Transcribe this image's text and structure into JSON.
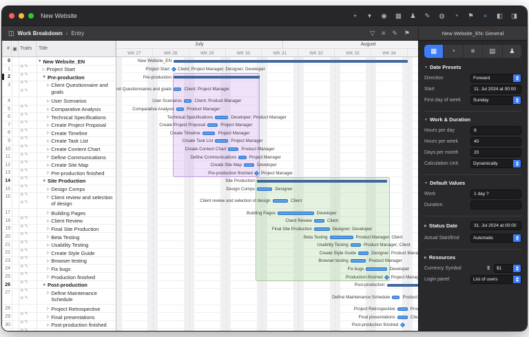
{
  "window": {
    "title": "New Website"
  },
  "titlebar": {
    "icons": [
      {
        "name": "plus",
        "glyph": "+"
      },
      {
        "name": "chevron-down",
        "glyph": "▾"
      },
      {
        "name": "eye",
        "glyph": "◉"
      },
      {
        "name": "grid",
        "glyph": "▦"
      },
      {
        "name": "person",
        "glyph": "♟"
      },
      {
        "name": "brush",
        "glyph": "✎"
      },
      {
        "name": "bell",
        "glyph": "◍"
      },
      {
        "name": "clock",
        "glyph": "◔"
      },
      {
        "name": "flag",
        "glyph": "⚑"
      },
      {
        "name": "cut",
        "glyph": "×",
        "accent": true
      },
      {
        "name": "panel-left",
        "glyph": "◧"
      },
      {
        "name": "panel-right",
        "glyph": "◨"
      }
    ]
  },
  "toolbar": {
    "view_icon": "◫",
    "breadcrumb": {
      "root": "Work Breakdown",
      "sep": "›",
      "current": "Entry"
    },
    "right_icons": [
      {
        "name": "filter",
        "glyph": "▽"
      },
      {
        "name": "list",
        "glyph": "≡"
      },
      {
        "name": "style-brush",
        "glyph": "✎"
      },
      {
        "name": "flag",
        "glyph": "⚑"
      }
    ],
    "inspector_title": "New Website_EN: General"
  },
  "table": {
    "headers": {
      "num": "#",
      "icon": "▣",
      "traits": "Traits",
      "title": "Title"
    },
    "trait_icons": [
      "⊘",
      "✎"
    ]
  },
  "gantt": {
    "day_width": 7.55,
    "months": [
      {
        "label": "July",
        "start": 0,
        "span": 32
      },
      {
        "label": "August",
        "start": 32,
        "span": 33
      }
    ],
    "weeks": [
      "WK 27",
      "WK 28",
      "WK 29",
      "WK 30",
      "WK 31",
      "WK 32",
      "WK 33",
      "WK 34"
    ],
    "regions": [
      {
        "from_row": 2,
        "to_row": 13,
        "start": 10.8,
        "end": 27.6,
        "fill": "rgba(204,160,236,0.30)",
        "stroke": "rgba(164,100,210,0.55)"
      },
      {
        "from_row": 14,
        "to_row": 25,
        "start": 26.8,
        "end": 52.6,
        "fill": "rgba(150,205,130,0.26)",
        "stroke": "rgba(110,170,90,0.50)"
      }
    ]
  },
  "tasks": [
    {
      "n": "0",
      "title": "New Website_EN",
      "level": 0,
      "type": "summary",
      "tall": false,
      "marker": false,
      "bar": {
        "start": 11,
        "dur": 45
      },
      "left": "New Website_EN",
      "right": ""
    },
    {
      "n": "1",
      "title": "Project Start",
      "level": 1,
      "type": "milestone",
      "tall": false,
      "marker": false,
      "bar": {
        "start": 11
      },
      "left": "Project Start",
      "right": "Client; Project Manager; Designer; Developer"
    },
    {
      "n": "2",
      "title": "Pre-production",
      "level": 1,
      "type": "summary",
      "tall": false,
      "marker": true,
      "bar": {
        "start": 11,
        "dur": 16.5
      },
      "left": "Pre-production",
      "right": ""
    },
    {
      "n": "3",
      "title": "Client Questionnaire and goals",
      "level": 2,
      "type": "task",
      "tall": true,
      "marker": false,
      "bar": {
        "start": 11,
        "dur": 1.5
      },
      "left": "Client Questionnaires and goals",
      "right": "Client; Project Manager"
    },
    {
      "n": "4",
      "title": "User Scenarios",
      "level": 2,
      "type": "task",
      "tall": false,
      "marker": false,
      "bar": {
        "start": 13,
        "dur": 1.5
      },
      "left": "User Scenarios",
      "right": "Client; Product Manager"
    },
    {
      "n": "5",
      "title": "Comparative Analysis",
      "level": 2,
      "type": "task",
      "tall": false,
      "marker": false,
      "bar": {
        "start": 11.5,
        "dur": 1.5
      },
      "left": "Comparative Analysis",
      "right": "Product Manager"
    },
    {
      "n": "6",
      "title": "Technical Specifications",
      "level": 2,
      "type": "task",
      "tall": false,
      "marker": false,
      "bar": {
        "start": 19,
        "dur": 2.5
      },
      "left": "Technical Specifications",
      "right": "Developer; Product Manager"
    },
    {
      "n": "7",
      "title": "Create Project Proposal",
      "level": 2,
      "type": "task",
      "tall": false,
      "marker": false,
      "bar": {
        "start": 17.5,
        "dur": 2
      },
      "left": "Create Project Proposal",
      "right": "Project Manager"
    },
    {
      "n": "8",
      "title": "Create Timeline",
      "level": 2,
      "type": "task",
      "tall": false,
      "marker": false,
      "bar": {
        "start": 16.5,
        "dur": 2.5
      },
      "left": "Create Timeline",
      "right": "Project Manager"
    },
    {
      "n": "9",
      "title": "Create Task List",
      "level": 2,
      "type": "task",
      "tall": false,
      "marker": false,
      "bar": {
        "start": 19,
        "dur": 2.5
      },
      "left": "Create Task List",
      "right": "Project Manager"
    },
    {
      "n": "10",
      "title": "Create Content Chart",
      "level": 2,
      "type": "task",
      "tall": false,
      "marker": false,
      "bar": {
        "start": 21.5,
        "dur": 2
      },
      "left": "Create Content Chart",
      "right": "Product Manager"
    },
    {
      "n": "11",
      "title": "Define Communications",
      "level": 2,
      "type": "task",
      "tall": false,
      "marker": false,
      "bar": {
        "start": 23.5,
        "dur": 1.5
      },
      "left": "Define Communications",
      "right": "Project Manager"
    },
    {
      "n": "12",
      "title": "Create Site Map",
      "level": 2,
      "type": "task",
      "tall": false,
      "marker": false,
      "bar": {
        "start": 24.5,
        "dur": 2
      },
      "left": "Create Site Map",
      "right": "Developer"
    },
    {
      "n": "13",
      "title": "Pre-production finished",
      "level": 2,
      "type": "milestone",
      "tall": false,
      "marker": false,
      "bar": {
        "start": 27
      },
      "left": "Pre-production finished",
      "right": "Project Manager"
    },
    {
      "n": "14",
      "title": "Site Production",
      "level": 1,
      "type": "summary",
      "tall": false,
      "marker": false,
      "bar": {
        "start": 27,
        "dur": 25
      },
      "left": "Site Production",
      "right": ""
    },
    {
      "n": "15",
      "title": "Design Comps",
      "level": 2,
      "type": "task",
      "tall": false,
      "marker": false,
      "bar": {
        "start": 27,
        "dur": 3
      },
      "left": "Design Comps",
      "right": "Designer"
    },
    {
      "n": "16",
      "title": "Client review and selection of design",
      "level": 2,
      "type": "task",
      "tall": true,
      "marker": false,
      "bar": {
        "start": 30,
        "dur": 3
      },
      "left": "Client review and selection of design",
      "right": "Client"
    },
    {
      "n": "17",
      "title": "Building Pages",
      "level": 2,
      "type": "task",
      "tall": false,
      "marker": false,
      "bar": {
        "start": 31,
        "dur": 7
      },
      "left": "Building Pages",
      "right": "Developer"
    },
    {
      "n": "18",
      "title": "Client Review",
      "level": 2,
      "type": "task",
      "tall": false,
      "marker": false,
      "bar": {
        "start": 38,
        "dur": 2
      },
      "left": "Client Review",
      "right": "Client"
    },
    {
      "n": "19",
      "title": "Final Site Production",
      "level": 2,
      "type": "task",
      "tall": false,
      "marker": false,
      "bar": {
        "start": 38,
        "dur": 3
      },
      "left": "Final Site Production",
      "right": "Designer; Developer"
    },
    {
      "n": "20",
      "title": "Beta Testing",
      "level": 2,
      "type": "task",
      "tall": false,
      "marker": false,
      "bar": {
        "start": 41,
        "dur": 4.5
      },
      "left": "Beta Testing",
      "right": "Product Manager; Client"
    },
    {
      "n": "21",
      "title": "Usability Testing",
      "level": 2,
      "type": "task",
      "tall": false,
      "marker": false,
      "bar": {
        "start": 45,
        "dur": 2
      },
      "left": "Usability Testing",
      "right": "Product Manager; Client"
    },
    {
      "n": "22",
      "title": "Create Style Guide",
      "level": 2,
      "type": "task",
      "tall": false,
      "marker": false,
      "bar": {
        "start": 46.5,
        "dur": 2
      },
      "left": "Create Style Guide",
      "right": "Designer; Product Manager"
    },
    {
      "n": "23",
      "title": "Browser testing",
      "level": 2,
      "type": "task",
      "tall": false,
      "marker": false,
      "bar": {
        "start": 45,
        "dur": 3
      },
      "left": "Browser testing",
      "right": "Product Manager"
    },
    {
      "n": "24",
      "title": "Fix bugs",
      "level": 2,
      "type": "task",
      "tall": false,
      "marker": false,
      "bar": {
        "start": 48,
        "dur": 4
      },
      "left": "Fix bugs",
      "right": "Developer"
    },
    {
      "n": "25",
      "title": "Production finished",
      "level": 2,
      "type": "milestone",
      "tall": false,
      "marker": false,
      "bar": {
        "start": 52
      },
      "left": "Production finished",
      "right": "Project Manager"
    },
    {
      "n": "26",
      "title": "Post-production",
      "level": 1,
      "type": "summary",
      "tall": false,
      "marker": false,
      "bar": {
        "start": 52,
        "dur": 8
      },
      "left": "Post-production",
      "right": ""
    },
    {
      "n": "27",
      "title": "Define Maintenance Schedule",
      "level": 2,
      "type": "task",
      "tall": true,
      "marker": false,
      "bar": {
        "start": 53,
        "dur": 1.5
      },
      "left": "Define Maintenance Schedule",
      "right": "Product Manager"
    },
    {
      "n": "28",
      "title": "Project Retrospective",
      "level": 2,
      "type": "task",
      "tall": false,
      "marker": false,
      "bar": {
        "start": 54,
        "dur": 2
      },
      "left": "Project Retrospective",
      "right": "Product Manager"
    },
    {
      "n": "29",
      "title": "Final presentations",
      "level": 2,
      "type": "task",
      "tall": false,
      "marker": false,
      "bar": {
        "start": 54,
        "dur": 2
      },
      "left": "Final presentations",
      "right": "Client; Project Manager"
    },
    {
      "n": "30",
      "title": "Post-production finished",
      "level": 2,
      "type": "milestone",
      "tall": false,
      "marker": false,
      "bar": {
        "start": 55
      },
      "left": "Post-production finished",
      "right": ""
    }
  ],
  "inspector": {
    "tabs": [
      {
        "name": "general",
        "glyph": "▦",
        "selected": true
      },
      {
        "name": "calendar",
        "glyph": "◔",
        "selected": false
      },
      {
        "name": "checklist",
        "glyph": "≡",
        "selected": false
      },
      {
        "name": "columns",
        "glyph": "▤",
        "selected": false
      },
      {
        "name": "user",
        "glyph": "♟",
        "selected": false
      }
    ],
    "sections": {
      "date_presets": {
        "disclosure": "▼",
        "title": "Date Presets",
        "direction_label": "Direction",
        "direction": "Forward",
        "start_label": "Start",
        "start": "11. Jul 2024 at 00:00",
        "fdow_label": "First day of week",
        "fdow": "Sunday"
      },
      "work_duration": {
        "disclosure": "▼",
        "title": "Work & Duration",
        "hpd_label": "Hours per day",
        "hpd": "8",
        "hpw_label": "Hours per week",
        "hpw": "40",
        "dpm_label": "Days per month",
        "dpm": "20",
        "calc_label": "Calculation Unit",
        "calc": "Dynamically"
      },
      "default_values": {
        "disclosure": "▼",
        "title": "Default Values",
        "work_label": "Work",
        "work": "1 day ?",
        "duration_label": "Duration",
        "duration": ""
      },
      "status_date": {
        "disclosure": "▶",
        "title": "Status Date",
        "value": "31. Jul 2024 at 00:00",
        "actual_label": "Actual Start/End",
        "actual": "Automatic"
      },
      "resources": {
        "disclosure": "▶",
        "title": "Resources",
        "currency_label": "Currency Symbol",
        "currency": "$",
        "currency_fmt": "$1",
        "login_label": "Login panel",
        "login": "List of users"
      }
    }
  }
}
